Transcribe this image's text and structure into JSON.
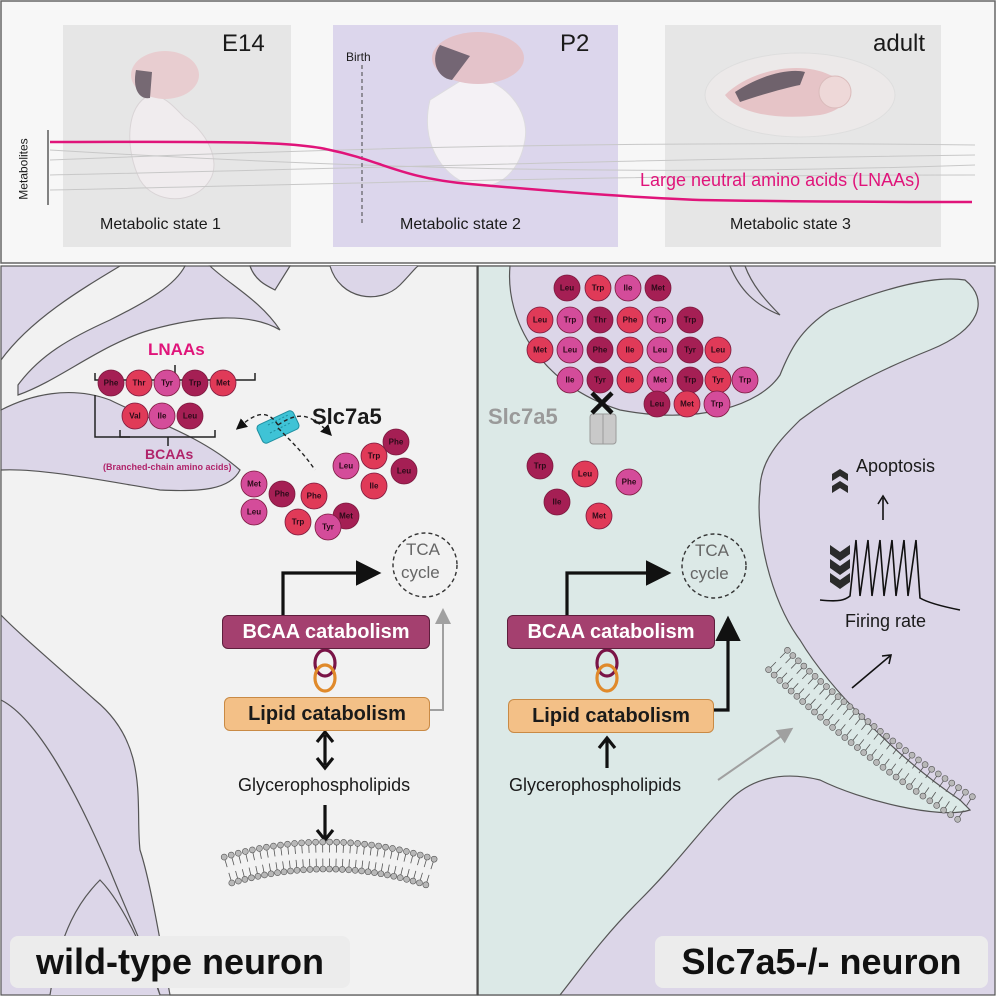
{
  "timeline": {
    "stages": [
      "E14",
      "P2",
      "adult"
    ],
    "birth_label": "Birth",
    "y_axis_label": "Metabolites",
    "curve_label": "Large neutral amino acids (LNAAs)",
    "states": [
      "Metabolic state 1",
      "Metabolic state 2",
      "Metabolic state 3"
    ]
  },
  "wildtype": {
    "lnaas_label": "LNAAs",
    "lnaa_row": [
      "Phe",
      "Thr",
      "Tyr",
      "Trp",
      "Met"
    ],
    "bcaa_row": [
      "Val",
      "Ile",
      "Leu"
    ],
    "bcaas_label": "BCAAs",
    "bcaas_full": "(Branched-chain amino acids)",
    "transporter_label": "Slc7a5",
    "inside_aa": [
      "Phe",
      "Trp",
      "Leu",
      "Leu",
      "Ile",
      "Met",
      "Phe",
      "Phe",
      "Leu",
      "Met",
      "Trp",
      "Tyr"
    ],
    "tca": [
      "TCA",
      "cycle"
    ],
    "bcaa_catabolism": "BCAA catabolism",
    "lipid_catabolism": "Lipid catabolism",
    "glycerophospholipids": "Glycerophospholipids",
    "badge": "wild-type neuron"
  },
  "knockout": {
    "outside_aa": [
      "Leu",
      "Trp",
      "Ile",
      "Met",
      "Leu",
      "Trp",
      "Thr",
      "Phe",
      "Trp",
      "Trp",
      "Met",
      "Leu",
      "Phe",
      "Ile",
      "Leu",
      "Tyr",
      "Leu",
      "Ile",
      "Tyr",
      "Ile",
      "Met",
      "Trp",
      "Tyr",
      "Trp",
      "Leu",
      "Met",
      "Trp"
    ],
    "transporter_label": "Slc7a5",
    "inside_aa": [
      "Trp",
      "Leu",
      "Phe",
      "Ile",
      "Met"
    ],
    "tca": [
      "TCA",
      "cycle"
    ],
    "bcaa_catabolism": "BCAA catabolism",
    "lipid_catabolism": "Lipid catabolism",
    "glycerophospholipids": "Glycerophospholipids",
    "apoptosis": "Apoptosis",
    "firing_rate": "Firing rate",
    "badge": "Slc7a5-/- neuron"
  },
  "colors": {
    "lnaa_magenta": "#e0147a",
    "aa_dark": "#a51f54",
    "aa_red": "#e03a58",
    "aa_pink": "#d44c9a",
    "bcaa_box": "#a4406f",
    "lipid_box": "#f3c087",
    "transporter": "#3fc3d6",
    "wt_cell": "#f2f2f2",
    "ko_cell": "#dce9e7",
    "background_lilac": "#dcd6e8"
  }
}
